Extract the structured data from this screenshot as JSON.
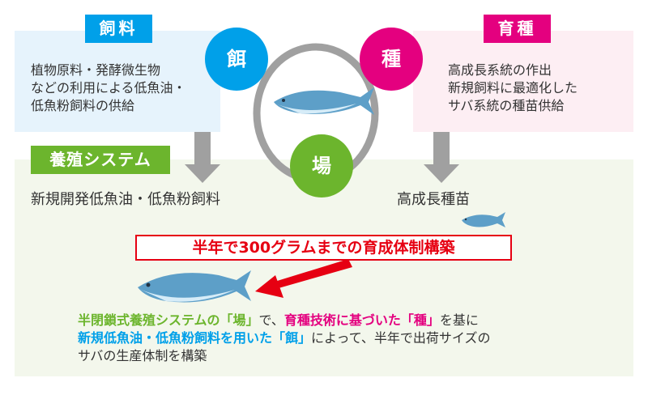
{
  "feed": {
    "tag": "飼料",
    "body": "植物原料・発酵微生物\nなどの利用による低魚油・\n低魚粉飼料の供給",
    "result": "新規開発低魚油・低魚粉飼料"
  },
  "breeding": {
    "tag": "育種",
    "body": "高成長系統の作出\n新規飼料に最適化した\nサバ系統の種苗供給",
    "result": "高成長種苗"
  },
  "aquaculture": {
    "tag": "養殖システム"
  },
  "cycle": {
    "feed": "餌",
    "seed": "種",
    "place": "場"
  },
  "headline": "半年で300グラムまでの育成体制構築",
  "summary": {
    "l1_green": "半閉鎖式養殖システムの「場」",
    "l1_plain1": "で、",
    "l1_pink": "育種技術に基づいた「種」",
    "l1_plain2": "を基に",
    "l2_blue": "新規低魚油・低魚粉飼料を用いた「餌」",
    "l2_plain": "によって、半年で出荷サイズの",
    "l3_plain": "サバの生産体制を構築"
  },
  "colors": {
    "feed": "#00a0e9",
    "breeding": "#e4007f",
    "aquaculture": "#6cb52d",
    "headline": "#e60012"
  }
}
